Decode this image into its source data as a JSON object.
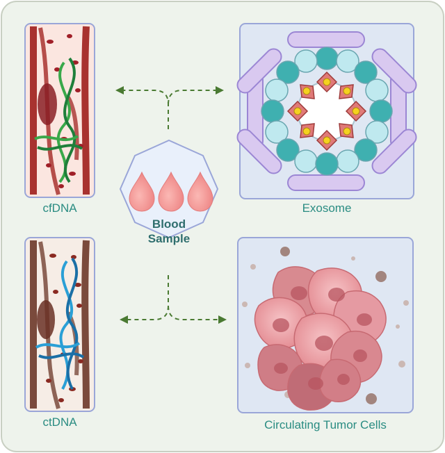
{
  "center": {
    "line1": "Blood",
    "line2": "Sample"
  },
  "panels": {
    "cfdna": {
      "label": "cfDNA"
    },
    "exosome": {
      "label": "Exosome"
    },
    "ctdna": {
      "label": "ctDNA"
    },
    "ctc": {
      "label": "Circulating Tumor Cells"
    }
  },
  "colors": {
    "frame_bg": "#eef3ec",
    "panel_border": "#9aa6d8",
    "vessel_wall": "#a8322f",
    "vessel_wall_dark": "#7a4a3c",
    "dna_green": "#3aa84a",
    "dna_blue": "#2a9fd6",
    "droplet": "#f08f8f",
    "arrow": "#4a7a32",
    "label": "#2a8c82"
  },
  "icons": [
    "blood-drop-icon",
    "dna-helix-icon",
    "exosome-icon",
    "tumor-cell-icon"
  ]
}
